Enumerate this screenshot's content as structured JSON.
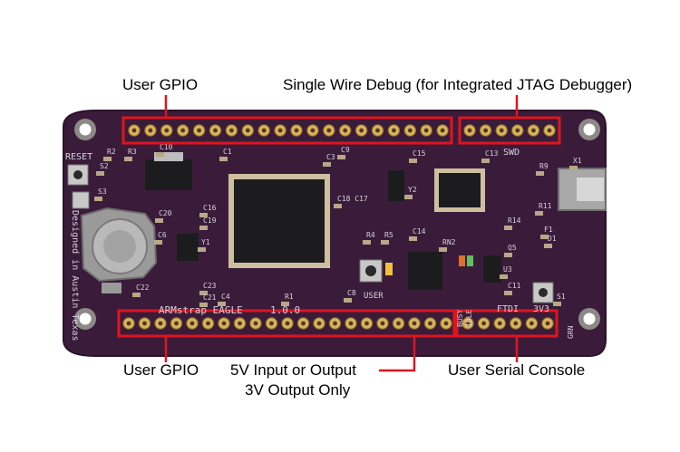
{
  "labels": {
    "gpio_top": "User GPIO",
    "swd": "Single Wire Debug (for Integrated JTAG Debugger)",
    "gpio_bottom": "User GPIO",
    "power_line1": "5V Input or Output",
    "power_line2": "3V Output Only",
    "serial": "User Serial Console"
  },
  "board": {
    "silkscreen": {
      "reset": "RESET",
      "swd": "SWD",
      "user": "USER",
      "ftdi": "FTDI",
      "v33": "3V3",
      "grn": "GRN",
      "busy": "BUSY",
      "idle": "IDLE",
      "name": "ARMstrap EAGLE",
      "version": "1.0.0",
      "origin": "Designed in Austin Texas"
    },
    "refs": {
      "c10": "C10",
      "c1": "C1",
      "c3": "C3",
      "c9": "C9",
      "c15": "C15",
      "c13": "C13",
      "c16": "C16",
      "c19": "C19",
      "c20": "C20",
      "c22": "C22",
      "c23": "C23",
      "c21": "C21",
      "c4": "C4",
      "c8": "C8",
      "c14": "C14",
      "c11": "C11",
      "c6": "C6",
      "c18": "C18 C17",
      "r1": "R1",
      "r2": "R2",
      "r3": "R3",
      "r4": "R4",
      "r5": "R5",
      "r9": "R9",
      "r11": "R11",
      "r14": "R14",
      "y1": "Y1",
      "y2": "Y2",
      "x1": "X1",
      "d1": "D1",
      "f1": "F1",
      "s1": "S1",
      "s2": "S2",
      "s3": "S3",
      "u3": "U3",
      "q5": "Q5",
      "rn2": "RN2"
    }
  },
  "colors": {
    "pcb": "#3a1c3a",
    "pcb_edge": "#2a122a",
    "highlight": "#e0141e",
    "pad": "#d9b25a",
    "silk": "#d8d0dc",
    "chip": "#1c1c1e"
  }
}
